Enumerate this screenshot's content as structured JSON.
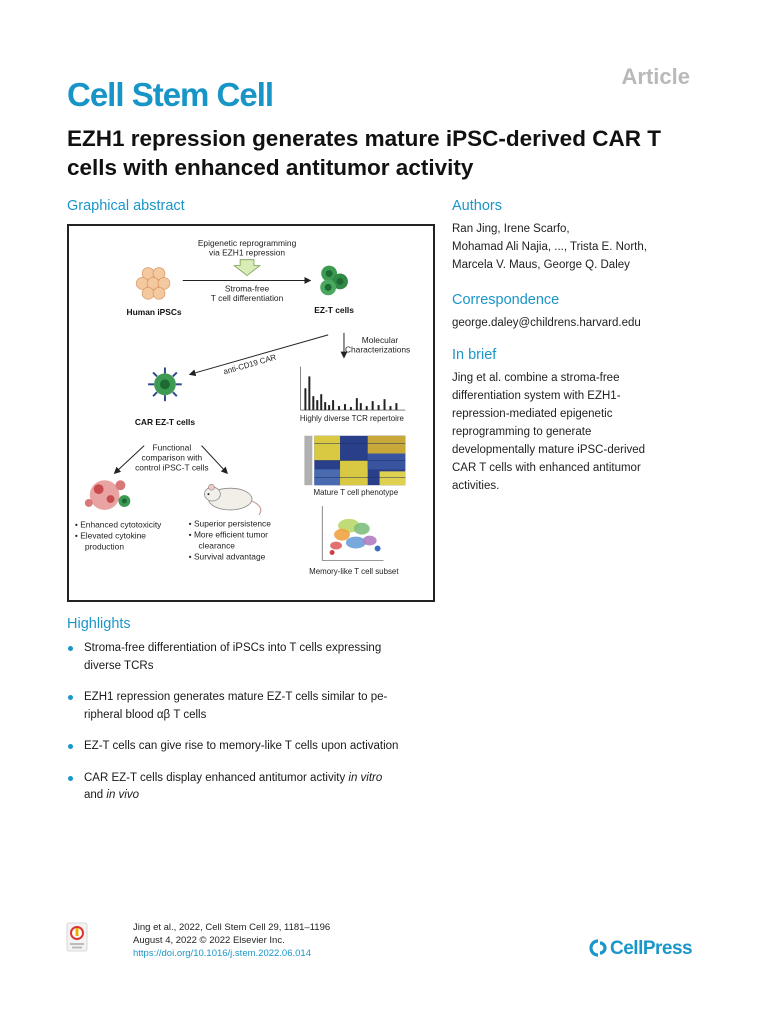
{
  "header": {
    "article_tag": "Article",
    "journal": "Cell Stem Cell"
  },
  "title": "EZH1 repression generates mature iPSC-derived CAR T cells with enhanced antitumor activity",
  "graphical_abstract": {
    "heading": "Graphical abstract",
    "labels": {
      "epigenetic_line1": "Epigenetic reprogramming",
      "epigenetic_line2": "via EZH1 repression",
      "stroma_line1": "Stroma-free",
      "stroma_line2": "T cell differentiation",
      "human_ipscs": "Human iPSCs",
      "ez_t_cells": "EZ-T cells",
      "molecular_line1": "Molecular",
      "molecular_line2": "Characterizations",
      "anti_cd19": "anti-CD19 CAR",
      "car_ez_t": "CAR EZ-T cells",
      "tcr": "Highly diverse TCR repertoire",
      "functional_line1": "Functional",
      "functional_line2": "comparison with",
      "functional_line3": "control iPSC-T cells",
      "mature": "Mature T cell phenotype",
      "left_b1": "• Enhanced cytotoxicity",
      "left_b2": "• Elevated cytokine",
      "left_b3": "production",
      "right_b1": "• Superior persistence",
      "right_b2": "• More efficient tumor",
      "right_b3": "clearance",
      "right_b4": "• Survival advantage",
      "memory": "Memory-like T cell subset"
    }
  },
  "highlights": {
    "heading": "Highlights",
    "items": [
      {
        "line1": "Stroma-free differentiation of iPSCs into T cells expressing",
        "line2": "diverse TCRs"
      },
      {
        "line1": "EZH1 repression generates mature EZ-T cells similar to pe-",
        "line2": "ripheral blood αβ T cells"
      },
      {
        "line1": "EZ-T cells can give rise to memory-like T cells upon activation",
        "line2": ""
      },
      {
        "line1a": "CAR EZ-T cells display enhanced antitumor activity ",
        "line1b": "in vitro",
        "line2a": "and ",
        "line2b": "in vivo"
      }
    ]
  },
  "authors": {
    "heading": "Authors",
    "lines": [
      "Ran Jing, Irene Scarfo,",
      "Mohamad Ali Najia, ..., Trista E. North,",
      "Marcela V. Maus, George Q. Daley"
    ]
  },
  "correspondence": {
    "heading": "Correspondence",
    "email": "george.daley@childrens.harvard.edu"
  },
  "in_brief": {
    "heading": "In brief",
    "lines": [
      "Jing et al. combine a stroma-free",
      "differentiation system with EZH1-",
      "repression-mediated epigenetic",
      "reprogramming to generate",
      "developmentally mature iPSC-derived",
      "CAR T cells with enhanced antitumor",
      "activities."
    ]
  },
  "footer": {
    "citation": "Jing et al., 2022, Cell Stem Cell 29, 1181–1196",
    "date": "August 4, 2022 © 2022 Elsevier Inc.",
    "doi": "https://doi.org/10.1016/j.stem.2022.06.014",
    "publisher": "CellPress"
  }
}
